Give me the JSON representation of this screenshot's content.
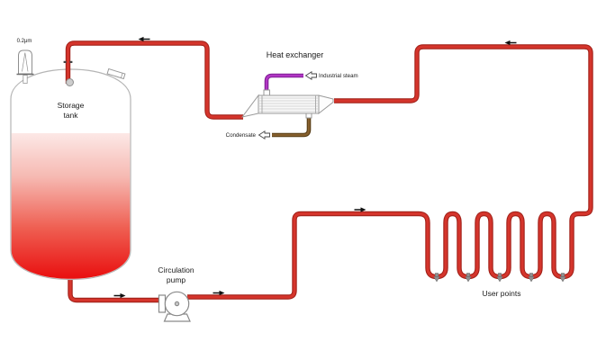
{
  "labels": {
    "vent_filter": "0.2μm",
    "storage_tank": {
      "line1": "Storage",
      "line2": "tank"
    },
    "heat_exchanger": "Heat exchanger",
    "industrial_steam": "Industrial steam",
    "condensate": "Condensate",
    "circulation_pump": {
      "line1": "Circulation",
      "line2": "pump"
    },
    "user_points": "User points"
  },
  "user_points": {
    "count": 5,
    "taps": 5
  },
  "icons": {
    "steam_inlet_arrow": "open-arrow-left",
    "condensate_outlet_arrow": "open-arrow-left",
    "flow_arrows": [
      {
        "location": "tank-outlet-pipe",
        "direction": "right"
      },
      {
        "location": "pump-outlet-pipe",
        "direction": "right"
      },
      {
        "location": "loop-supply-pipe",
        "direction": "right"
      },
      {
        "location": "top-left-return-pipe",
        "direction": "left"
      },
      {
        "location": "top-right-return-pipe",
        "direction": "left"
      }
    ]
  },
  "colors": {
    "background": "#ffffff",
    "pipe_red": "#d5352c",
    "pipe_red_dark": "#a02018",
    "steam_purple": "#b136c4",
    "steam_purple_dark": "#7d1f92",
    "condensate_brown": "#86602e",
    "condensate_brown_dark": "#553a12",
    "tank_liquid_top": "#fce8e6",
    "tank_liquid_mid1": "#f6b9b2",
    "tank_liquid_mid2": "#ef5f52",
    "tank_liquid_bottom": "#e90f0f",
    "outline_gray": "#b5b5b5",
    "arrow_black": "#111111"
  }
}
